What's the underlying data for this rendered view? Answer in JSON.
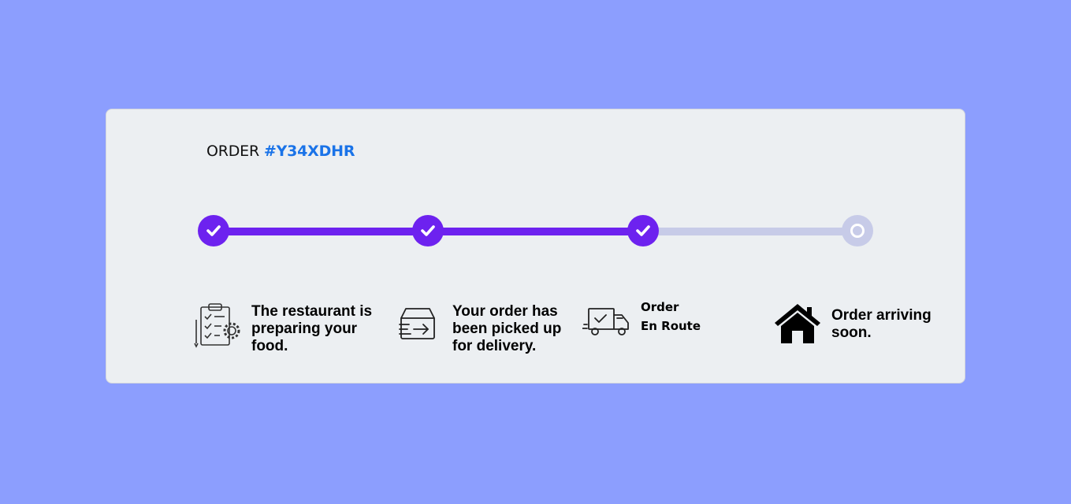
{
  "order": {
    "prefix": "ORDER",
    "code": "#Y34XDHR"
  },
  "progress": {
    "completed_steps": 3,
    "total_steps": 4
  },
  "colors": {
    "background": "#8c9efe",
    "card": "#eceff2",
    "accent": "#6d22ef",
    "pending": "#c7cbe8",
    "order_code": "#1a73e8"
  },
  "steps": [
    {
      "label": "The restaurant is preparing your food.",
      "icon": "clipboard-gear-icon",
      "status": "done"
    },
    {
      "label": "Your order has been picked up for delivery.",
      "icon": "delivery-box-icon",
      "status": "done"
    },
    {
      "label_line1": "Order",
      "label_line2": "En Route",
      "icon": "delivery-truck-icon",
      "status": "done"
    },
    {
      "label": "Order arriving soon.",
      "icon": "home-icon",
      "status": "pending"
    }
  ]
}
